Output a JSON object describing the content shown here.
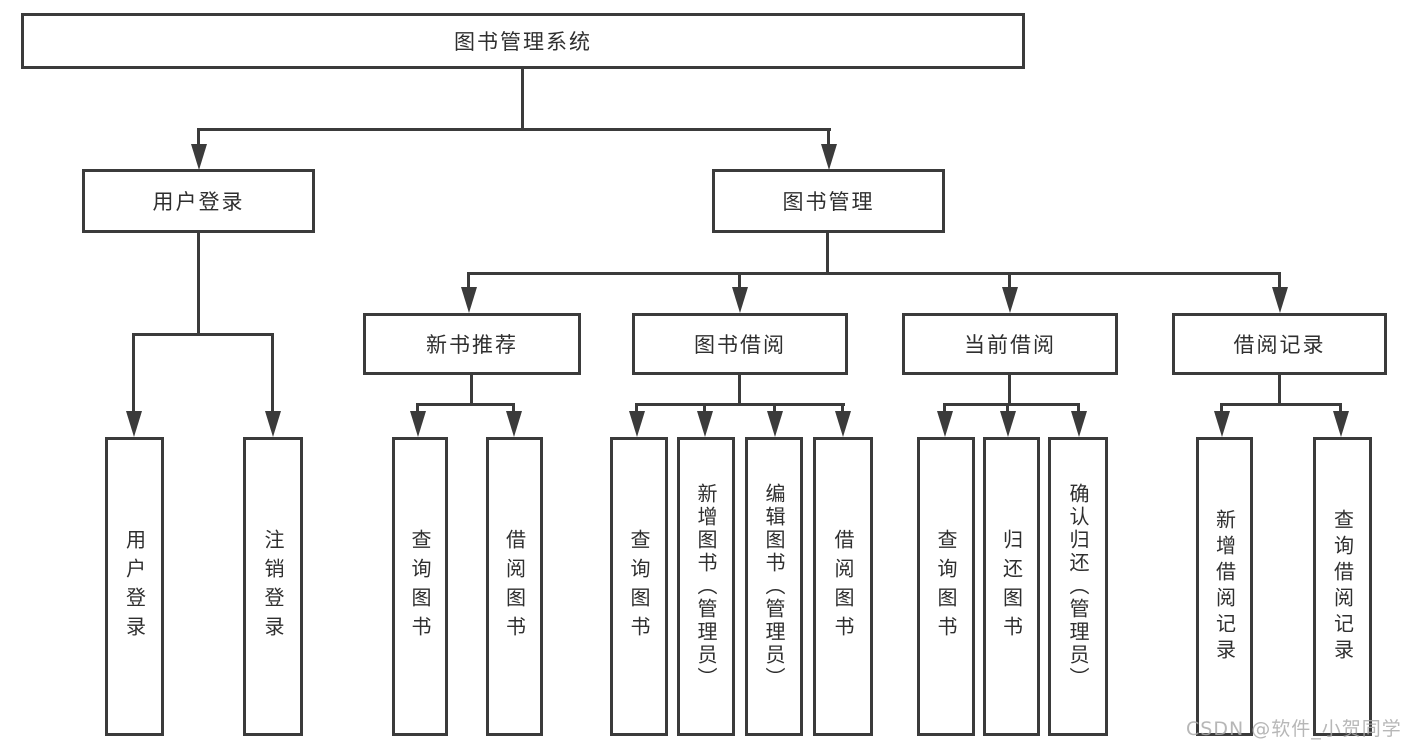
{
  "diagram": {
    "title": "图书管理系统",
    "nodes": {
      "root": "图书管理系统",
      "user_login": "用户登录",
      "book_mgmt": "图书管理",
      "login_user": "用户登录",
      "login_logout": "注销登录",
      "new_books": "新书推荐",
      "book_borrow": "图书借阅",
      "current_borrow": "当前借阅",
      "borrow_records": "借阅记录",
      "nb_query": "查询图书",
      "nb_borrow": "借阅图书",
      "bb_query": "查询图书",
      "bb_add": "新增图书（管理员）",
      "bb_edit": "编辑图书（管理员）",
      "bb_borrow": "借阅图书",
      "cb_query": "查询图书",
      "cb_return": "归还图书",
      "cb_confirm": "确认归还（管理员）",
      "br_add": "新增借阅记录",
      "br_query": "查询借阅记录"
    },
    "colors": {
      "line": "#3b3b3b",
      "text": "#2f2f2f",
      "background": "#ffffff",
      "watermark": "#aaaaaa"
    }
  },
  "watermark": "CSDN @软件_小贺同学"
}
